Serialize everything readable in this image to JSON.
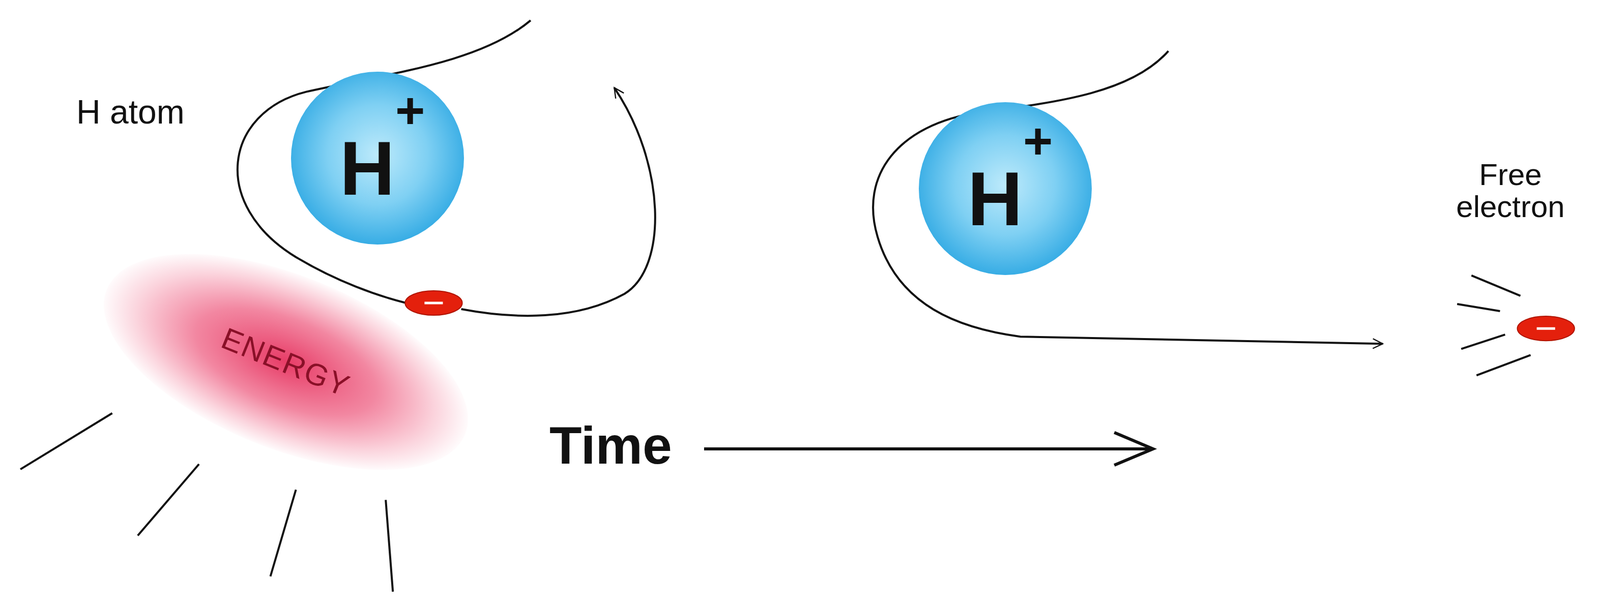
{
  "diagram": {
    "nodes": [
      {
        "text": [
          "H",
          "+"
        ]
      },
      {
        "text": [
          "ENERGY"
        ]
      },
      {
        "text": [
          "H",
          "+"
        ]
      }
    ],
    "labels": [
      "H atom",
      "Time",
      "Free electron"
    ]
  }
}
